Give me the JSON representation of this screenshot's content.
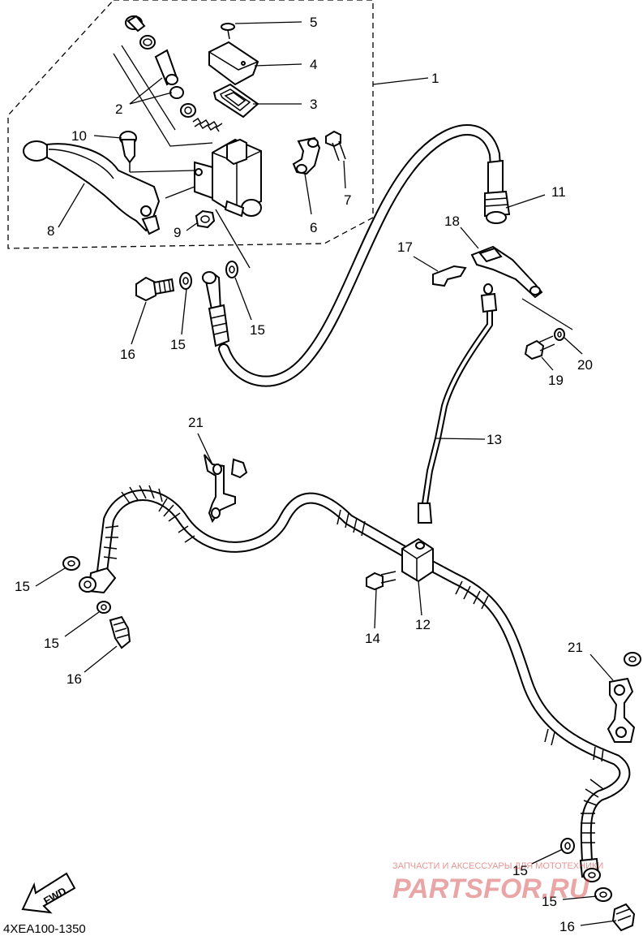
{
  "diagram": {
    "labels": [
      {
        "id": "l5",
        "text": "5"
      },
      {
        "id": "l4",
        "text": "4"
      },
      {
        "id": "l3",
        "text": "3"
      },
      {
        "id": "l1",
        "text": "1"
      },
      {
        "id": "l2",
        "text": "2"
      },
      {
        "id": "l10",
        "text": "10"
      },
      {
        "id": "l7",
        "text": "7"
      },
      {
        "id": "l6",
        "text": "6"
      },
      {
        "id": "l8",
        "text": "8"
      },
      {
        "id": "l9",
        "text": "9"
      },
      {
        "id": "l11",
        "text": "11"
      },
      {
        "id": "l18",
        "text": "18"
      },
      {
        "id": "l17",
        "text": "17"
      },
      {
        "id": "l16a",
        "text": "16"
      },
      {
        "id": "l15a",
        "text": "15"
      },
      {
        "id": "l15b",
        "text": "15"
      },
      {
        "id": "l20",
        "text": "20"
      },
      {
        "id": "l19",
        "text": "19"
      },
      {
        "id": "l21a",
        "text": "21"
      },
      {
        "id": "l13",
        "text": "13"
      },
      {
        "id": "l15c",
        "text": "15"
      },
      {
        "id": "l15d",
        "text": "15"
      },
      {
        "id": "l16b",
        "text": "16"
      },
      {
        "id": "l14",
        "text": "14"
      },
      {
        "id": "l12",
        "text": "12"
      },
      {
        "id": "l21b",
        "text": "21"
      },
      {
        "id": "l15e",
        "text": "15"
      },
      {
        "id": "l15f",
        "text": "15"
      },
      {
        "id": "l16c",
        "text": "16"
      }
    ],
    "fwd_label": "FWD",
    "part_code": "4XEA100-1350"
  },
  "watermark": {
    "line1": "ЗАПЧАСТИ И АКСЕССУАРЫ ДЛЯ МОТОТЕХНИКИ",
    "line2": "PARTSFOR.RU",
    "color": "#d23c3c"
  }
}
